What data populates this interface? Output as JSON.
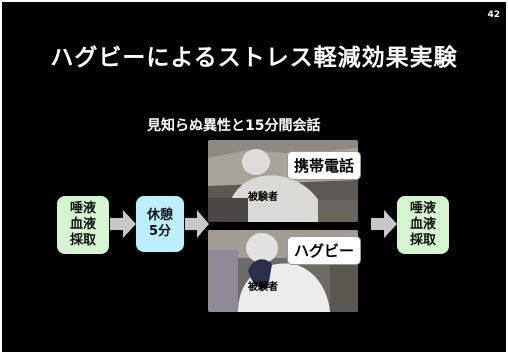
{
  "page_number": "42",
  "title": "ハグビーによるストレス軽減効果実験",
  "subtitle": "見知らぬ異性と15分間会話",
  "left_box": [
    "唾液",
    "血液",
    "採取"
  ],
  "rest_box": [
    "休憩",
    "5分"
  ],
  "right_box": [
    "唾液",
    "血液",
    "採取"
  ],
  "condition_top": {
    "label": "携帯電話",
    "subject": "被験者"
  },
  "condition_bottom": {
    "label": "ハグビー",
    "subject": "被験者"
  },
  "colors": {
    "slide_bg": "#000000",
    "green_box": "#d4f5d0",
    "cyan_box": "#bdefff",
    "arrow": "#c8c8c8"
  }
}
